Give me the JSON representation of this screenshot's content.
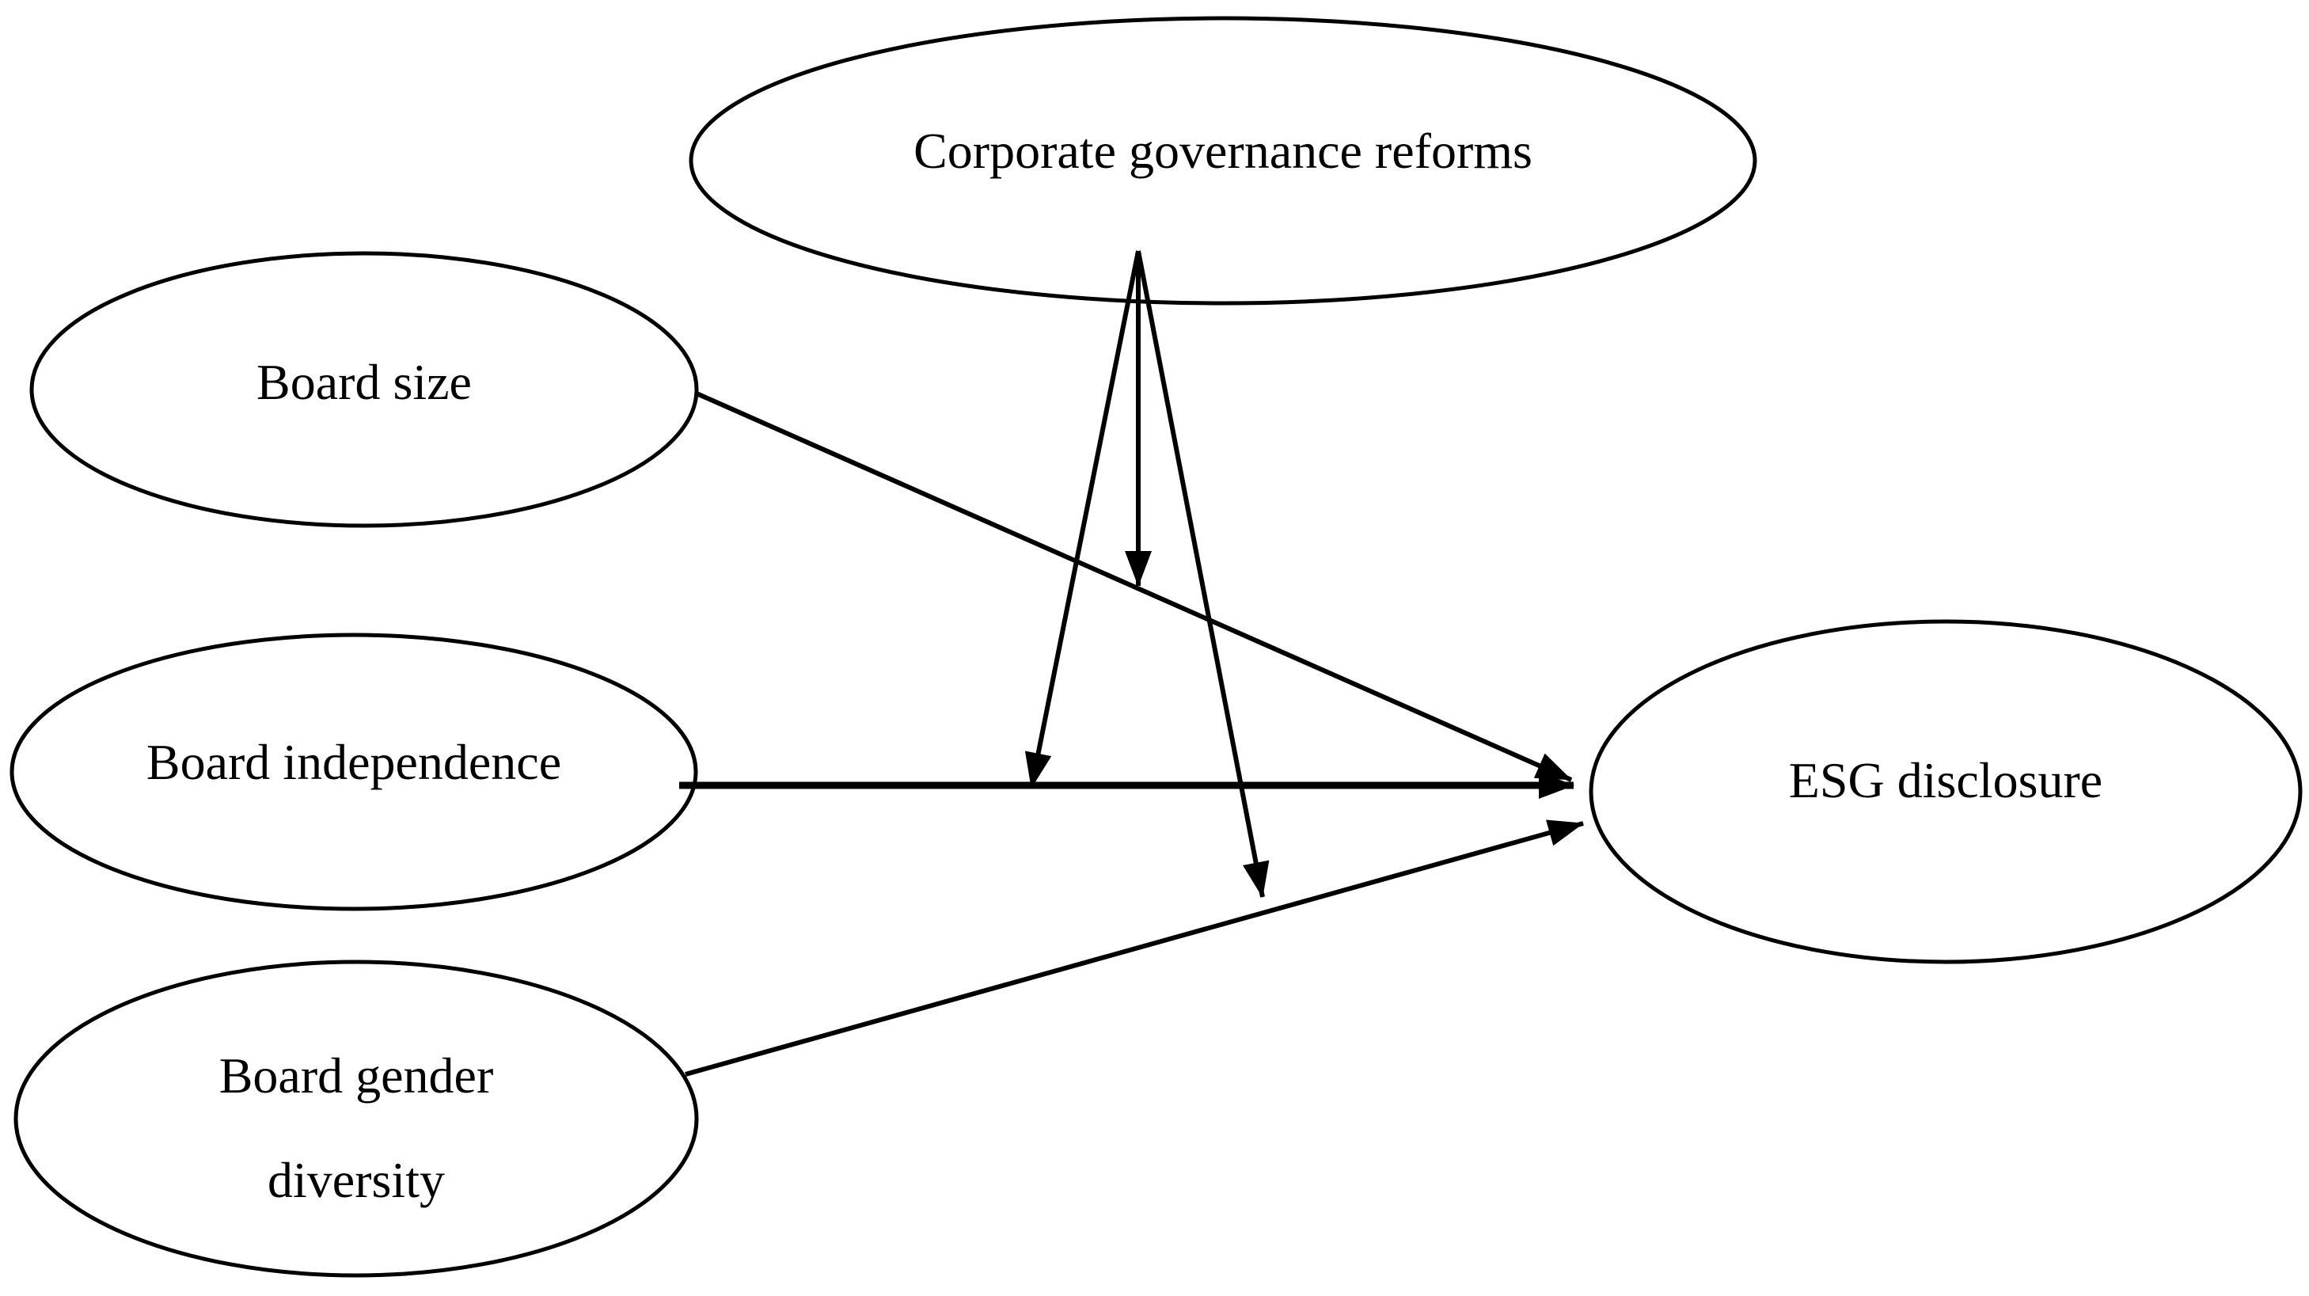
{
  "figure": {
    "background_color": "#ffffff",
    "line_color": "#000000",
    "nodes": {
      "corporate_governance_reforms": {
        "label": "Corporate governance reforms",
        "shape": "ellipse"
      },
      "board_size": {
        "label": "Board size",
        "shape": "ellipse"
      },
      "board_independence": {
        "label": "Board independence",
        "shape": "ellipse"
      },
      "board_gender_diversity": {
        "label": "Board gender diversity",
        "label_lines": [
          "Board gender",
          "diversity"
        ],
        "shape": "ellipse"
      },
      "esg_disclosure": {
        "label": "ESG disclosure",
        "shape": "ellipse"
      }
    },
    "edges": [
      {
        "from": "board_size",
        "to": "esg_disclosure",
        "style": "arrow"
      },
      {
        "from": "board_independence",
        "to": "esg_disclosure",
        "style": "arrow"
      },
      {
        "from": "board_gender_diversity",
        "to": "esg_disclosure",
        "style": "arrow"
      },
      {
        "from": "corporate_governance_reforms",
        "to": "board_size_to_esg_disclosure_path",
        "style": "arrow"
      },
      {
        "from": "corporate_governance_reforms",
        "to": "board_independence_to_esg_disclosure_path",
        "style": "arrow"
      },
      {
        "from": "corporate_governance_reforms",
        "to": "board_gender_diversity_to_esg_disclosure_path",
        "style": "arrow"
      }
    ]
  }
}
